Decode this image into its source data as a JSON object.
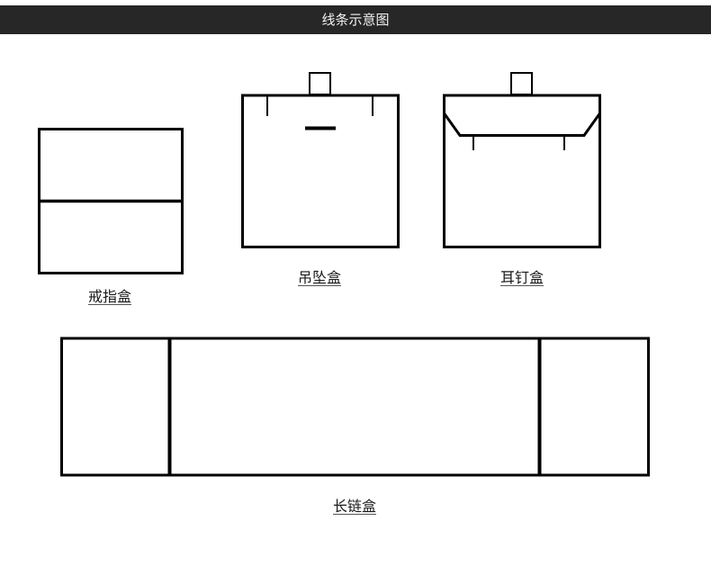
{
  "header": {
    "title": "线条示意图",
    "background_color": "#272727",
    "text_color": "#f2f2f2"
  },
  "diagrams": [
    {
      "id": "ring-box",
      "label": "戒指盒",
      "description": "rectangle split horizontally into two equal halves"
    },
    {
      "id": "pendant-box",
      "label": "吊坠盒",
      "description": "square box with top tab, two short vertical slits and a center horizontal slot"
    },
    {
      "id": "earring-box",
      "label": "耳钉盒",
      "description": "square box with top tab, trapezoidal flap line and two short vertical slits"
    },
    {
      "id": "long-chain-box",
      "label": "长链盒",
      "description": "wide rectangle with two vertical dividers forming three panels"
    }
  ],
  "line_color": "#000000"
}
